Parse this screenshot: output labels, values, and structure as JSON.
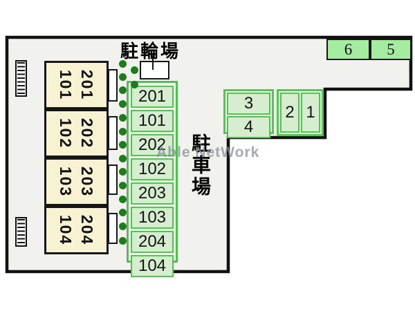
{
  "watermark": {
    "text": "Able NetWork",
    "color": "#8a929b"
  },
  "site": {
    "bicycle_area_label": "駐輪場",
    "parking_area_label": "駐車場",
    "dots": [
      [
        177,
        92
      ],
      [
        194,
        101
      ],
      [
        177,
        111
      ],
      [
        194,
        122
      ],
      [
        177,
        130
      ],
      [
        177,
        150
      ],
      [
        177,
        170
      ],
      [
        177,
        190
      ],
      [
        177,
        209
      ],
      [
        177,
        229
      ],
      [
        177,
        248
      ],
      [
        177,
        268
      ],
      [
        177,
        288
      ],
      [
        177,
        307
      ],
      [
        177,
        327
      ],
      [
        177,
        348
      ]
    ],
    "colors": {
      "plan_background": "#f1f1ee",
      "outline_black": "#111111",
      "stall_fill": "#d6edcf",
      "stall_border": "#52c452",
      "stall_fill_bright": "#a5eca0",
      "unit_fill": "#f7f3d2",
      "dot_green": "#1d7d1d"
    }
  },
  "building": {
    "units": [
      {
        "upper": "201",
        "lower": "101"
      },
      {
        "upper": "202",
        "lower": "102"
      },
      {
        "upper": "203",
        "lower": "103"
      },
      {
        "upper": "204",
        "lower": "104"
      }
    ]
  },
  "parking_left": {
    "spaces": [
      "201",
      "101",
      "202",
      "102",
      "203",
      "103",
      "204",
      "104"
    ]
  },
  "parking_mid": {
    "group_34": [
      "3",
      "4"
    ],
    "group_21": [
      "2",
      "1"
    ]
  },
  "parking_top": {
    "spaces": [
      "6",
      "5"
    ]
  }
}
